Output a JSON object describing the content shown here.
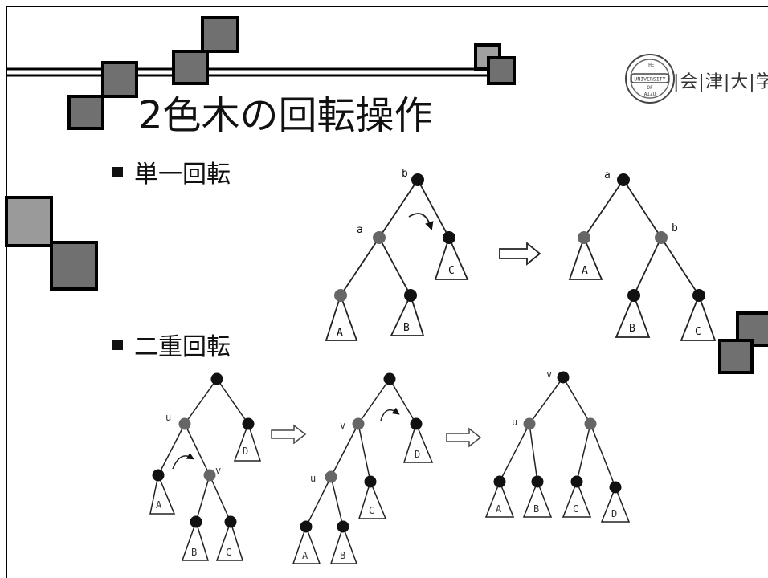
{
  "slide": {
    "title": "2色木の回転操作",
    "bullets": [
      "単一回転",
      "二重回転"
    ],
    "logo": {
      "seal_text": [
        "THE",
        "UNIVERSITY",
        "OF",
        "AIZU"
      ],
      "name": "|会|津|大|学|"
    }
  },
  "node_colors": {
    "black": "#111111",
    "red": "#666666"
  },
  "diagrams": {
    "single_rotation_before": {
      "labels": [
        "b",
        "a"
      ],
      "subtrees": [
        "A",
        "B",
        "C"
      ]
    },
    "single_rotation_after": {
      "labels": [
        "a",
        "b"
      ],
      "subtrees": [
        "A",
        "B",
        "C"
      ]
    },
    "double_rotation_step1": {
      "labels": [
        "u",
        "v"
      ],
      "subtrees": [
        "A",
        "B",
        "C",
        "D"
      ]
    },
    "double_rotation_step2": {
      "labels": [
        "v",
        "u"
      ],
      "subtrees": [
        "A",
        "B",
        "C",
        "D"
      ]
    },
    "double_rotation_step3": {
      "labels": [
        "v",
        "u"
      ],
      "subtrees": [
        "A",
        "B",
        "C",
        "D"
      ]
    }
  }
}
